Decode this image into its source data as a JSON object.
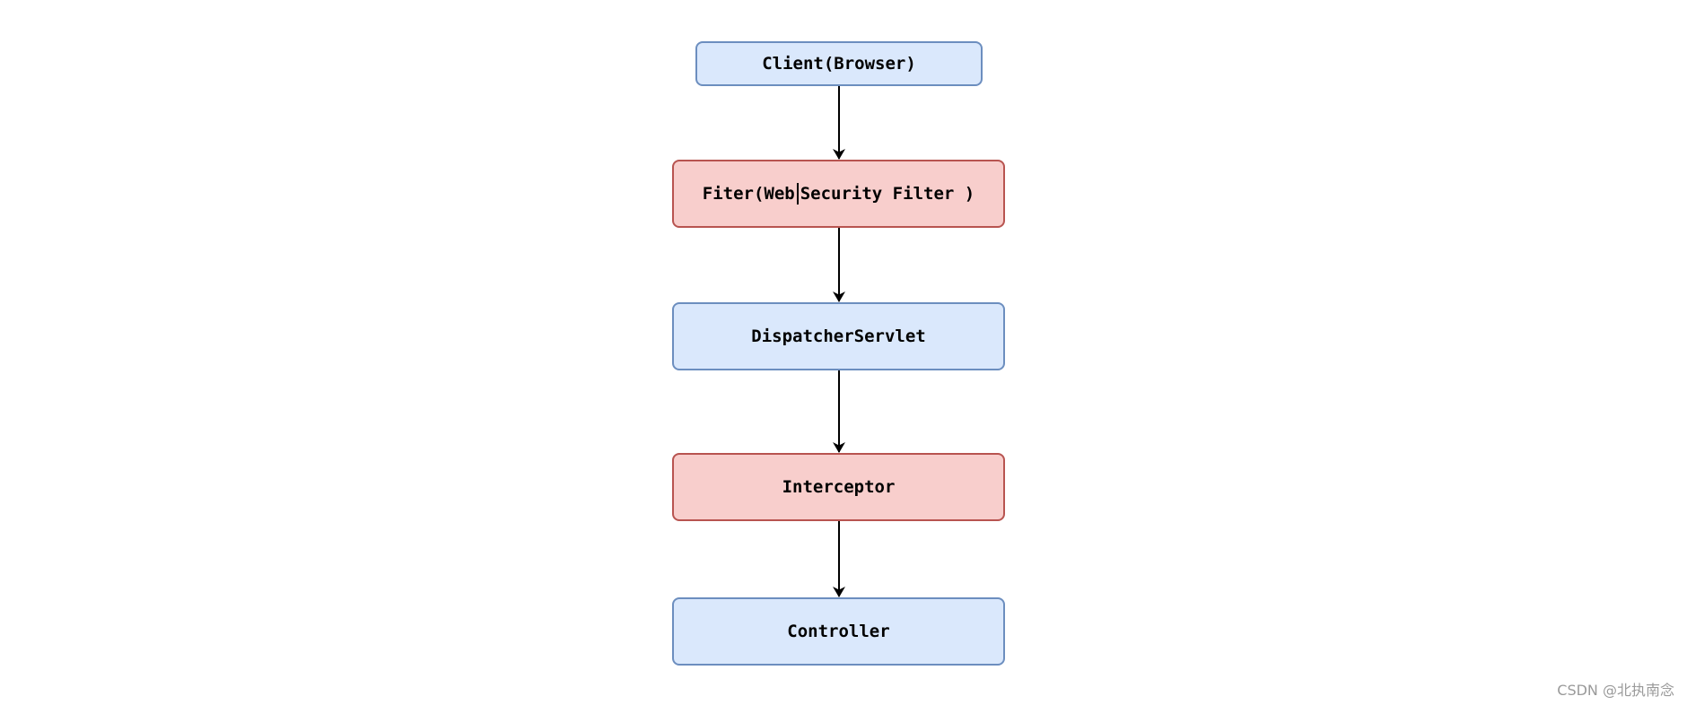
{
  "nodes": {
    "client": {
      "label": "Client(Browser)"
    },
    "filter": {
      "label_before_cursor": "Fiter(Web",
      "label_after_cursor": "Security Filter )"
    },
    "dispatcher": {
      "label": "DispatcherServlet"
    },
    "interceptor": {
      "label": "Interceptor"
    },
    "controller": {
      "label": "Controller"
    }
  },
  "edges": [
    {
      "from": "client",
      "to": "filter"
    },
    {
      "from": "filter",
      "to": "dispatcher"
    },
    {
      "from": "dispatcher",
      "to": "interceptor"
    },
    {
      "from": "interceptor",
      "to": "controller"
    }
  ],
  "colors": {
    "blue_fill": "#dae8fc",
    "blue_stroke": "#6c8ebf",
    "red_fill": "#f8cecc",
    "red_stroke": "#b85450",
    "arrow": "#000000"
  },
  "watermark": "CSDN @北执南念"
}
